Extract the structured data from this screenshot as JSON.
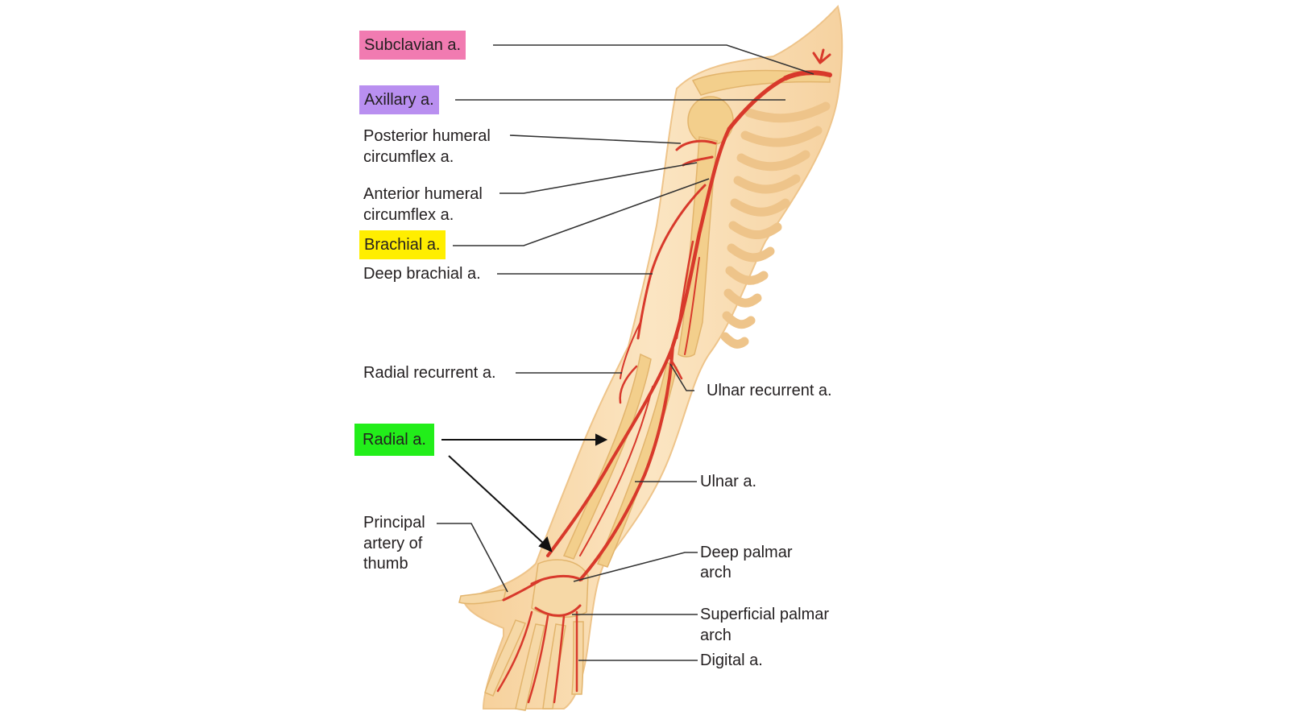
{
  "figure": {
    "labels": {
      "subclavian": "Subclavian a.",
      "axillary": "Axillary a.",
      "posterior_humeral_1": "Posterior humeral",
      "posterior_humeral_2": "circumflex a.",
      "anterior_humeral_1": "Anterior humeral",
      "anterior_humeral_2": "circumflex a.",
      "brachial": "Brachial a.",
      "deep_brachial": "Deep brachial a.",
      "radial_recurrent": "Radial recurrent a.",
      "ulnar_recurrent": "Ulnar recurrent a.",
      "radial": "Radial a.",
      "ulnar": "Ulnar a.",
      "principal_thumb_1": "Principal",
      "principal_thumb_2": "artery of",
      "principal_thumb_3": "thumb",
      "deep_palmar_1": "Deep palmar",
      "deep_palmar_2": "arch",
      "superficial_palmar_1": "Superficial palmar",
      "superficial_palmar_2": "arch",
      "digital": "Digital a."
    },
    "highlight_colors": {
      "subclavian": "#f17bb1",
      "axillary": "#b98ff0",
      "brachial": "#ffee00",
      "radial": "#22ee1a"
    },
    "colors": {
      "artery": "#d8392b",
      "skin": "#f9dcae",
      "bone": "#f3cf8c",
      "leader_line": "#333333"
    }
  }
}
